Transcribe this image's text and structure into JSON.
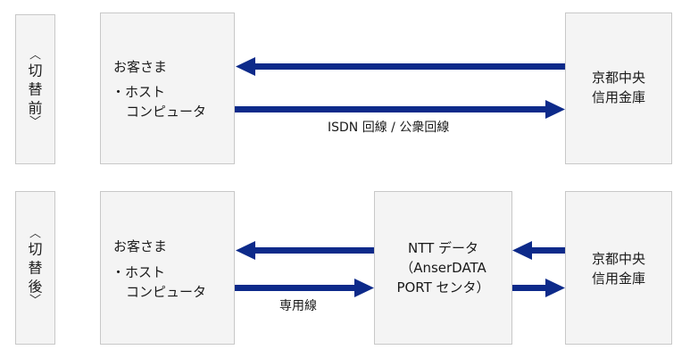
{
  "before": {
    "label": [
      "切",
      "替",
      "前"
    ],
    "customer": {
      "title": "お客さま",
      "line2": "・ホスト",
      "line3": "コンピュータ"
    },
    "bank": {
      "line1": "京都中央",
      "line2": "信用金庫"
    },
    "link_label": "ISDN 回線 / 公衆回線"
  },
  "after": {
    "label": [
      "切",
      "替",
      "後"
    ],
    "customer": {
      "title": "お客さま",
      "line2": "・ホスト",
      "line3": "コンピュータ"
    },
    "ntt": {
      "line1": "NTT データ",
      "line2": "（AnserDATA",
      "line3": "PORT センタ）"
    },
    "bank": {
      "line1": "京都中央",
      "line2": "信用金庫"
    },
    "link_label": "専用線"
  },
  "colors": {
    "arrow": "#0d2a8a",
    "box_fill": "#f4f4f4",
    "box_border": "#c8c8c8"
  }
}
